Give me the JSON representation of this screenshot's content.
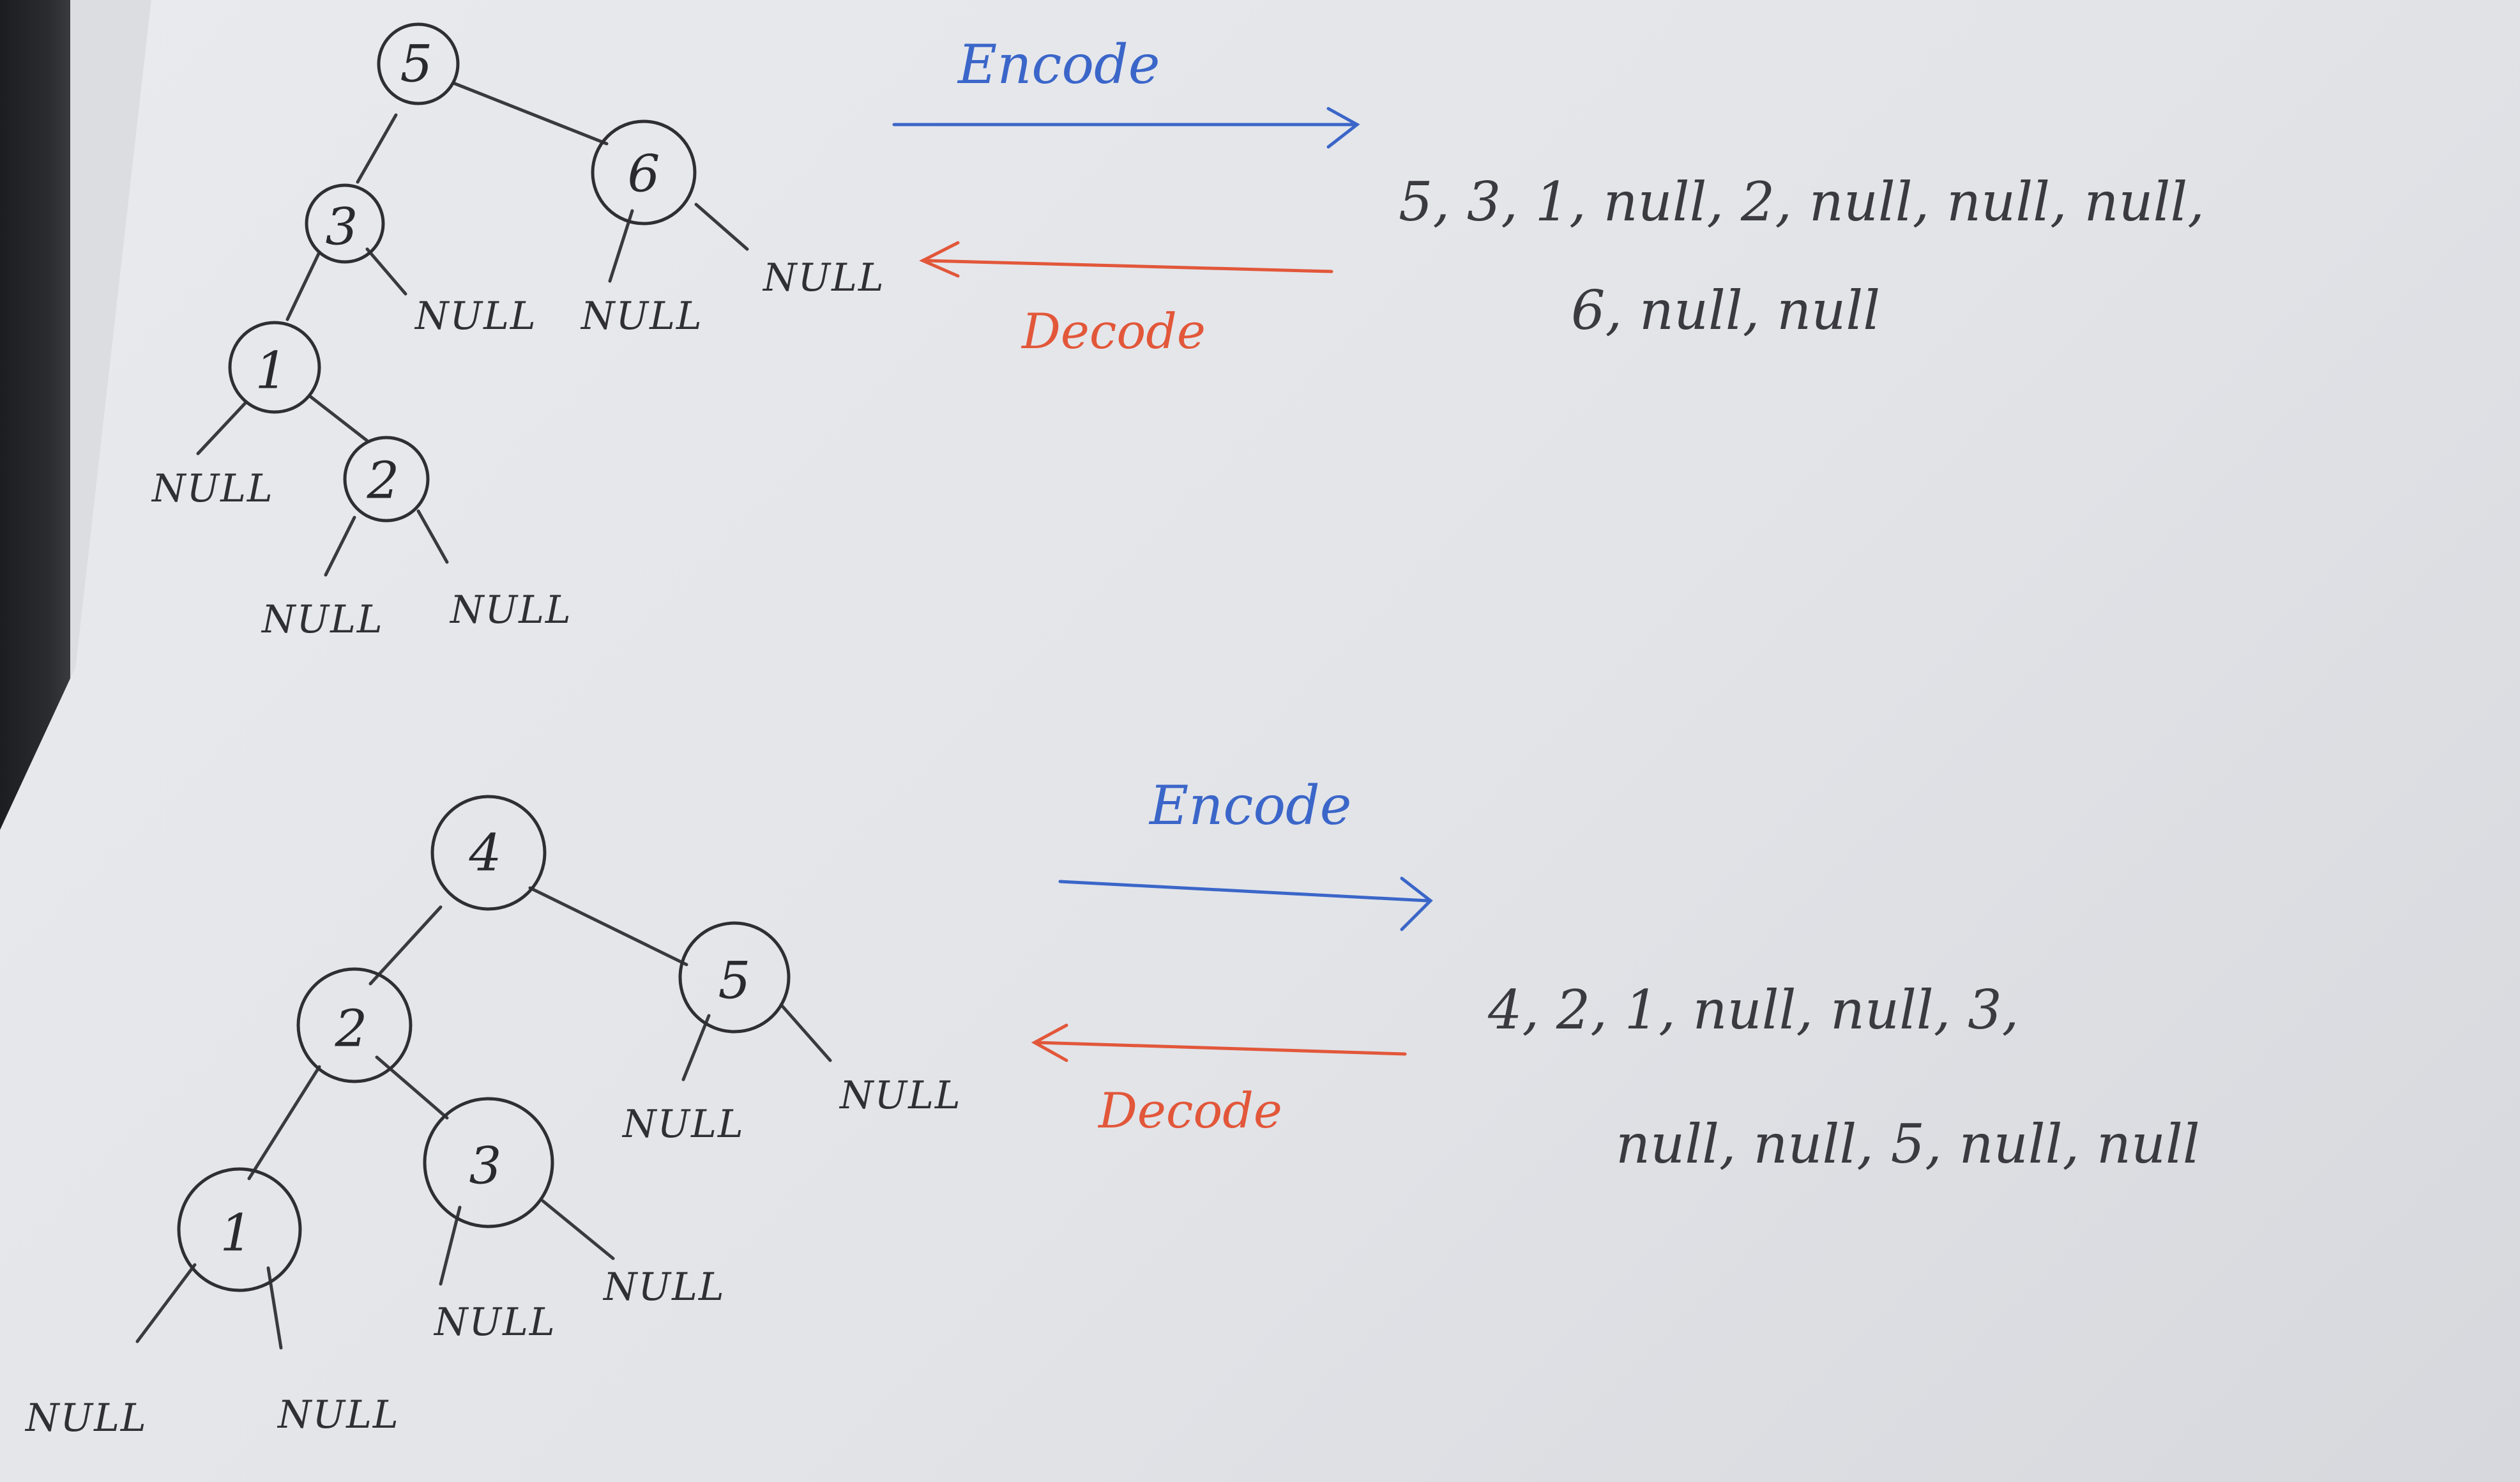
{
  "diagrams": [
    {
      "encode_label": "Encode",
      "decode_label": "Decode",
      "serialized_line1": "5, 3, 1, null, 2, null, null, null,",
      "serialized_line2": "6, null, null",
      "nodes": {
        "n5": "5",
        "n6": "6",
        "n3": "3",
        "n1": "1",
        "n2": "2"
      },
      "nulls": [
        "NULL",
        "NULL",
        "NULL",
        "NULL",
        "NULL",
        "NULL"
      ]
    },
    {
      "encode_label": "Encode",
      "decode_label": "Decode",
      "serialized_line1": "4, 2, 1, null, null, 3,",
      "serialized_line2": "null, null, 5, null, null",
      "nodes": {
        "n4": "4",
        "n2": "2",
        "n5": "5",
        "n1": "1",
        "n3": "3"
      },
      "nulls": [
        "NULL",
        "NULL",
        "NULL",
        "NULL",
        "NULL",
        "NULL"
      ]
    }
  ]
}
